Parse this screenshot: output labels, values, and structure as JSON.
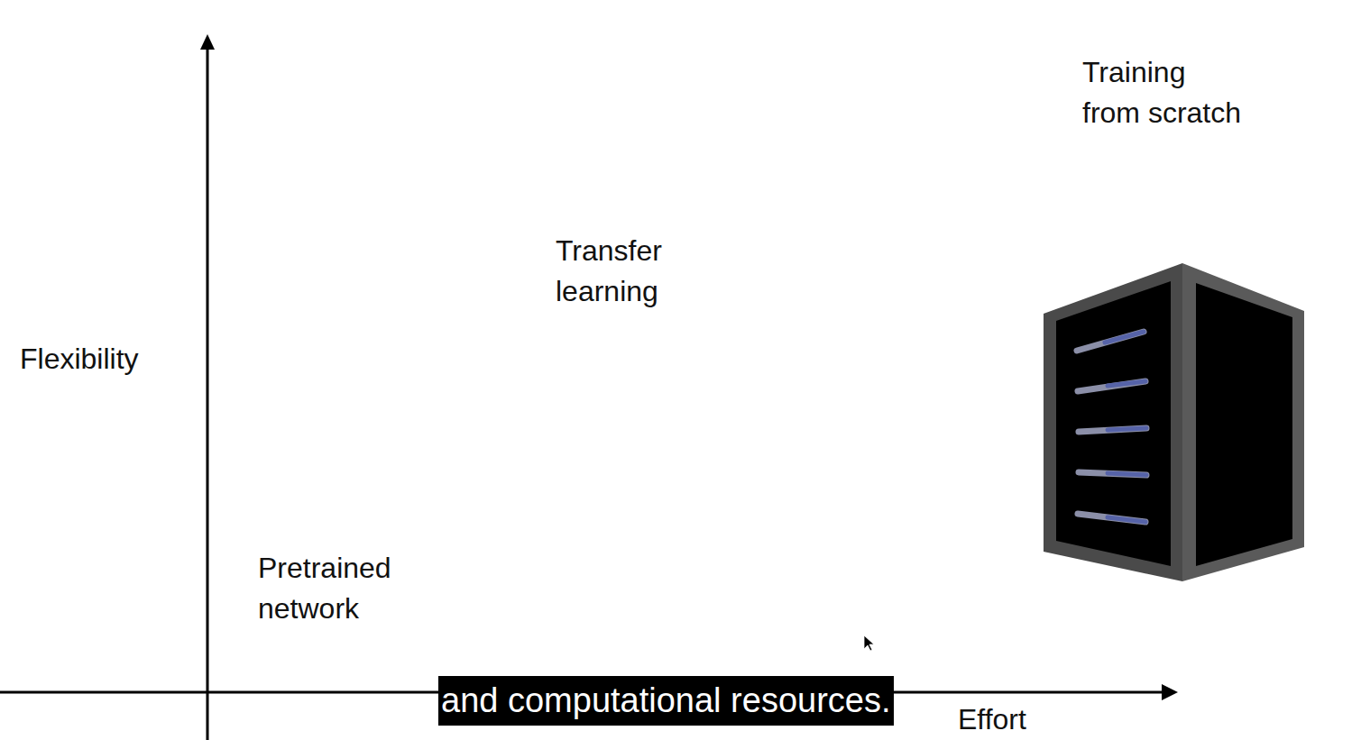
{
  "diagram": {
    "nodes": [
      {
        "text": [
          "and computational resources."
        ]
      }
    ],
    "labels": [
      "Training from scratch",
      "Transfer learning",
      "Flexibility",
      "Pretrained network",
      "Effort"
    ]
  }
}
